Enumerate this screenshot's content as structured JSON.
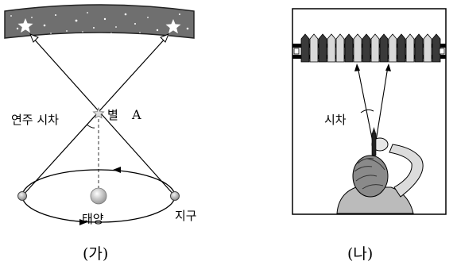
{
  "diagram_a": {
    "caption": "(가)",
    "label_parallax": "연주 시차",
    "label_star": "별",
    "label_star_letter": "A",
    "label_sun": "태양",
    "label_earth": "지구"
  },
  "diagram_b": {
    "caption": "(나)",
    "label_parallax": "시차"
  },
  "colors": {
    "sky_band": "#6f6f6f",
    "fence_dark": "#3a3a3a",
    "fence_light": "#d8d8d8",
    "hair": "#555555",
    "sun": "#cfcfcf"
  }
}
